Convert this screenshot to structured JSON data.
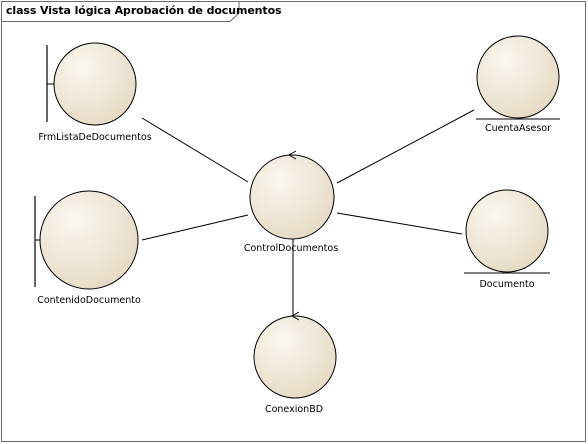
{
  "diagram": {
    "title": "class Vista lógica Aprobación de documentos",
    "elements": {
      "frm_lista": {
        "label": "FrmListaDeDocumentos",
        "stereotype": "boundary"
      },
      "contenido": {
        "label": "ContenidoDocumento",
        "stereotype": "boundary"
      },
      "control": {
        "label": "ControlDocumentos",
        "stereotype": "control"
      },
      "cuenta": {
        "label": "CuentaAsesor",
        "stereotype": "entity"
      },
      "documento": {
        "label": "Documento",
        "stereotype": "entity"
      },
      "conexion": {
        "label": "ConexionBD",
        "stereotype": "control"
      }
    },
    "colors": {
      "fill": "#efe6d6",
      "stroke": "#000000",
      "frame": "#6b6b6b"
    }
  }
}
